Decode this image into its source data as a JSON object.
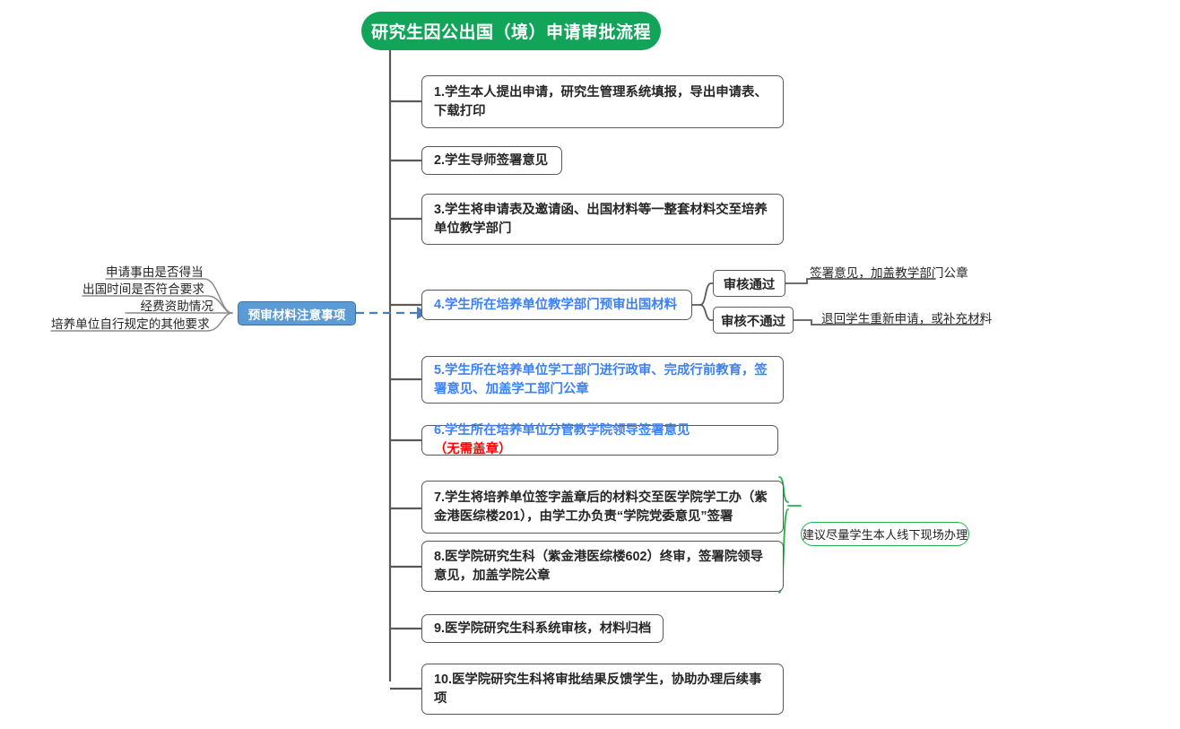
{
  "diagram": {
    "type": "flowchart-mindmap",
    "title": "研究生因公出国（境）申请审批流程",
    "colors": {
      "root_fill": "#12A55A",
      "root_text": "#FFFFFF",
      "box_border": "#595959",
      "box_text": "#262626",
      "blue_text": "#3C81F6",
      "red_text": "#FF0000",
      "blue_node_fill": "#5B9BD5",
      "blue_node_border": "#41719C",
      "green_accent": "#22B14C",
      "edge_color": "#595959",
      "dashed_arrow": "#4A7EBB"
    },
    "steps": [
      {
        "id": "step1",
        "text": "1.学生本人提出申请，研究生管理系统填报，导出申请表、下载打印",
        "color": "black"
      },
      {
        "id": "step2",
        "text": "2.学生导师签署意见",
        "color": "black"
      },
      {
        "id": "step3",
        "text": "3.学生将申请表及邀请函、出国材料等一整套材料交至培养单位教学部门",
        "color": "black"
      },
      {
        "id": "step4",
        "text": "4.学生所在培养单位教学部门预审出国材料",
        "color": "blue"
      },
      {
        "id": "step5",
        "text": "5.学生所在培养单位学工部门进行政审、完成行前教育，签署意见、加盖学工部门公章",
        "color": "blue"
      },
      {
        "id": "step6a",
        "text": "6.学生所在培养单位分管教学院领导签署意见",
        "color": "blue"
      },
      {
        "id": "step6b",
        "text": "（无需盖章）",
        "color": "red"
      },
      {
        "id": "step7",
        "text": "7.学生将培养单位签字盖章后的材料交至医学院学工办（紫金港医综楼201），由学工办负责“学院党委意见”签署",
        "color": "black"
      },
      {
        "id": "step8",
        "text": "8.医学院研究生科（紫金港医综楼602）终审，签署院领导意见，加盖学院公章",
        "color": "black"
      },
      {
        "id": "step9",
        "text": "9.医学院研究生科系统审核，材料归档",
        "color": "black"
      },
      {
        "id": "step10",
        "text": "10.医学院研究生科将审批结果反馈学生，协助办理后续事项",
        "color": "black"
      }
    ],
    "decisions": [
      {
        "id": "pass",
        "label": "审核通过",
        "outcome": "签署意见，加盖教学部门公章"
      },
      {
        "id": "not_pass",
        "label": "审核不通过",
        "outcome": "退回学生重新申请，或补充材料"
      }
    ],
    "prereview": {
      "title": "预审材料注意事项",
      "items": [
        "申请事由是否得当",
        "出国时间是否符合要求",
        "经费资助情况",
        "培养单位自行规定的其他要求"
      ]
    },
    "note": {
      "text": "建议尽量学生本人线下现场办理",
      "applies_to": [
        "step7",
        "step8"
      ]
    }
  }
}
